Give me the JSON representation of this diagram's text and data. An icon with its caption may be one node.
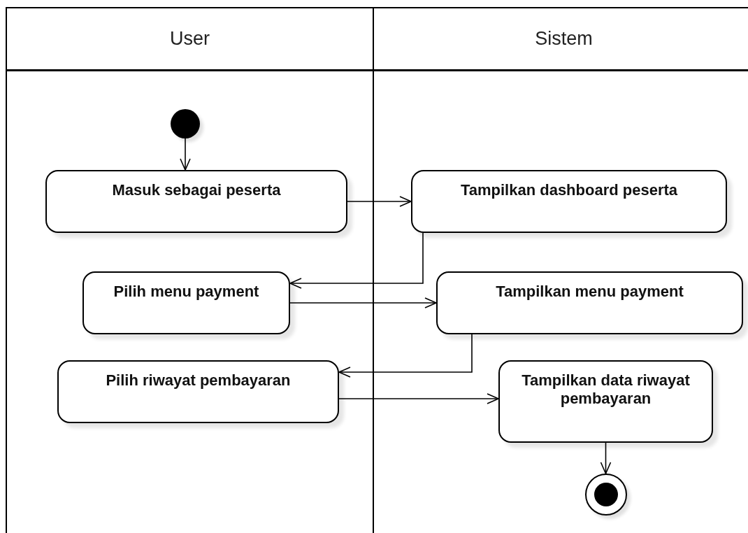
{
  "diagram": {
    "nodes": [
      {
        "text": [
          "User"
        ]
      },
      {
        "text": [
          "Sistem"
        ]
      },
      {
        "text": [],
        "shape": "circle",
        "in": 0
      },
      {
        "text": [
          "Masuk sebagai peserta"
        ],
        "in": 0
      },
      {
        "text": [
          "Tampilkan dashboard peserta"
        ],
        "in": 1
      },
      {
        "text": [
          "Pilih menu payment"
        ],
        "in": 0
      },
      {
        "text": [
          "Tampilkan menu payment"
        ],
        "in": 1
      },
      {
        "text": [
          "Pilih riwayat pembayaran"
        ],
        "in": 0
      },
      {
        "text": [
          "Tampilkan data riwayat pembayaran"
        ],
        "in": 1
      },
      {
        "text": [],
        "shape": "bullseye",
        "in": 1
      }
    ],
    "edges": [
      {
        "from": 2,
        "to": 3,
        "arrow": "to"
      },
      {
        "from": 3,
        "to": 4,
        "arrow": "to"
      },
      {
        "from": 4,
        "to": 5,
        "arrow": "to"
      },
      {
        "from": 5,
        "to": 6,
        "arrow": "to"
      },
      {
        "from": 6,
        "to": 7,
        "arrow": "to"
      },
      {
        "from": 7,
        "to": 8,
        "arrow": "to"
      },
      {
        "from": 8,
        "to": 9,
        "arrow": "to"
      }
    ]
  }
}
